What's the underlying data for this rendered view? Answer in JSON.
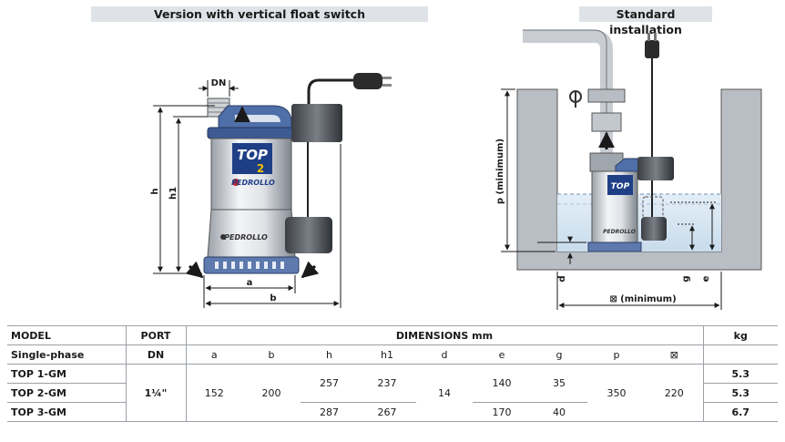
{
  "titles": {
    "left": "Version with vertical float switch",
    "right": "Standard installation"
  },
  "left_drawing": {
    "logo_model": "TOP",
    "logo_number": "2",
    "brand": "PEDROLLO",
    "dims": {
      "DN": "DN",
      "h": "h",
      "h1": "h1",
      "a": "a",
      "b": "b"
    }
  },
  "right_drawing": {
    "logo_model": "TOP",
    "brand": "PEDROLLO",
    "dims": {
      "p": "p (minimum)",
      "d": "d",
      "g": "g",
      "e": "e",
      "square": "⊠ (minimum)"
    }
  },
  "table": {
    "h_model": "MODEL",
    "h_port": "PORT",
    "h_dimensions": "DIMENSIONS mm",
    "h_kg": "kg",
    "h_single": "Single-phase",
    "h_dn": "DN",
    "cols": [
      "a",
      "b",
      "h",
      "h1",
      "d",
      "e",
      "g",
      "p",
      "⊠"
    ],
    "models": [
      "TOP 1-GM",
      "TOP 2-GM",
      "TOP 3-GM"
    ],
    "port": "1¼\"",
    "a": "152",
    "b": "200",
    "h_12": "257",
    "h_3": "287",
    "h1_12": "237",
    "h1_3": "267",
    "d": "14",
    "e_12": "140",
    "e_3": "170",
    "g_12": "35",
    "g_3": "40",
    "p": "350",
    "sq": "220",
    "kg": [
      "5.3",
      "5.3",
      "6.7"
    ]
  }
}
